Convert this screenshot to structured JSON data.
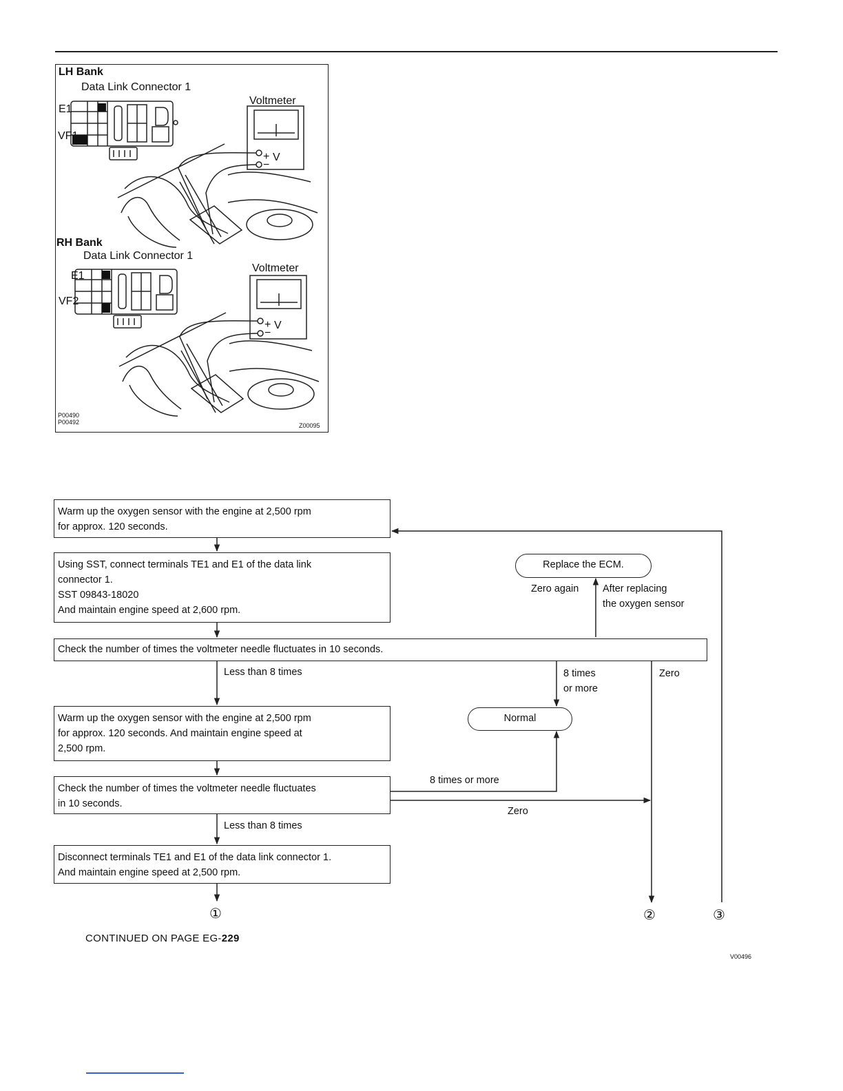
{
  "figure": {
    "lh_bank": "LH Bank",
    "rh_bank": "RH Bank",
    "connector_label": "Data Link Connector 1",
    "voltmeter": "Voltmeter",
    "e1": "E1",
    "vf1": "VF1",
    "vf2": "VF2",
    "v_symbol": "V",
    "plus": "+",
    "minus": "−",
    "code1": "P00490",
    "code2": "P00492",
    "code3": "Z00095"
  },
  "flow": {
    "box1": [
      "Warm up the oxygen sensor with the engine at 2,500 rpm",
      "for approx. 120 seconds."
    ],
    "box2": [
      "Using SST, connect terminals TE1 and E1 of the data link",
      "connector 1.",
      "SST 09843-18020",
      "And maintain engine speed at 2,600 rpm."
    ],
    "box3": "Check the number of times the voltmeter needle fluctuates in 10 seconds.",
    "box4": [
      "Warm up the oxygen sensor with the engine at 2,500 rpm",
      "for approx. 120 seconds. And maintain engine speed at",
      "2,500 rpm."
    ],
    "box5": [
      "Check the number of times the voltmeter needle fluctuates",
      "in 10 seconds."
    ],
    "box6": [
      "Disconnect terminals TE1 and E1 of the data link connector 1.",
      "And maintain engine speed at 2,500 rpm."
    ],
    "replace_ecm": "Replace the ECM.",
    "normal": "Normal",
    "zero_again": "Zero again",
    "after_replacing": [
      "After replacing",
      "the oxygen sensor"
    ],
    "less_than_8_a": "Less than 8 times",
    "eight_or_more_a": [
      "8 times",
      "or more"
    ],
    "zero_a": "Zero",
    "eight_or_more_b": "8 times or more",
    "zero_b": "Zero",
    "less_than_8_b": "Less than 8 times",
    "out1": "①",
    "out2": "②",
    "out3": "③",
    "continued_prefix": "CONTINUED ON PAGE EG-",
    "continued_page": "229",
    "code": "V00496"
  }
}
